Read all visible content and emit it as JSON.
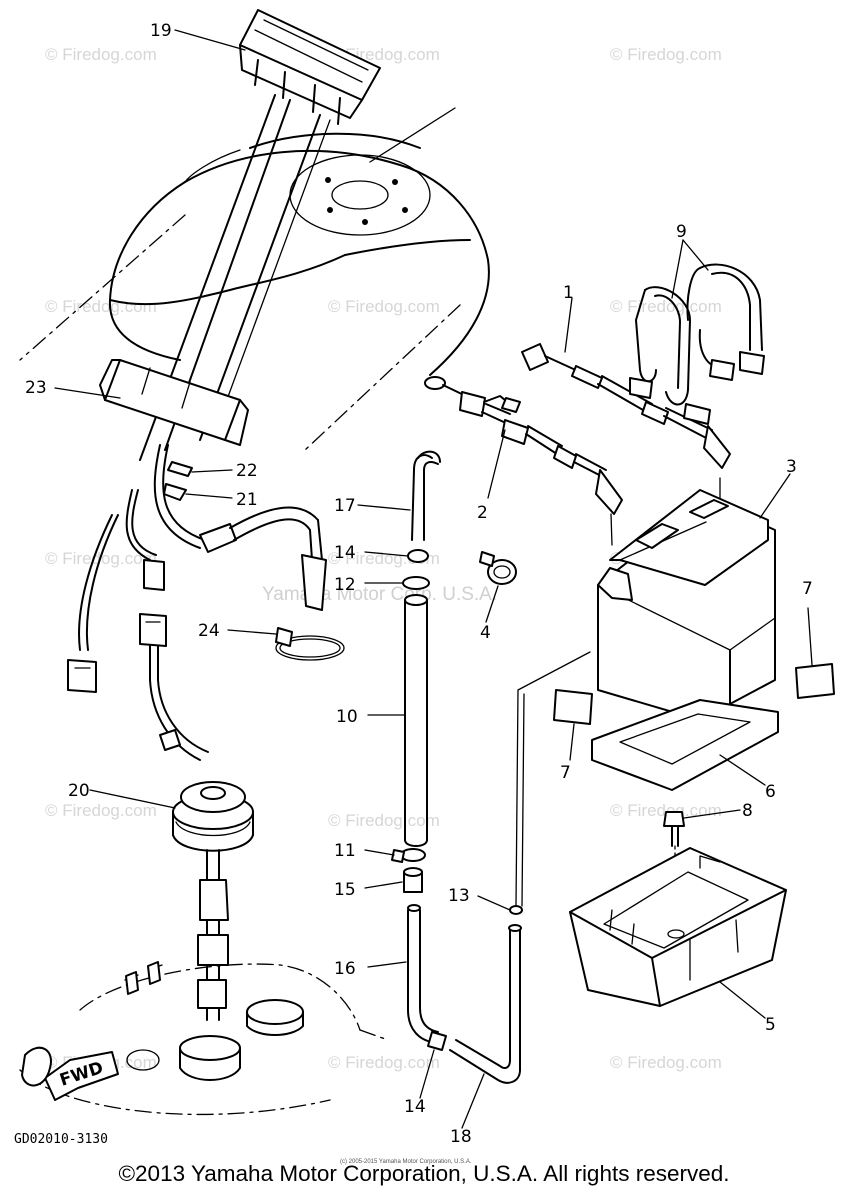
{
  "diagram": {
    "part_code": "GD02010-3130",
    "watermark_site": "© Firedog.com",
    "watermark_corp": "Yamaha Motor Corp. U.S.A.",
    "fine_print": "(c) 2005-2015 Yamaha Motor Corporation, U.S.A.",
    "fwd_label": "FWD",
    "callouts": [
      {
        "id": "19",
        "label": "19"
      },
      {
        "id": "9",
        "label": "9"
      },
      {
        "id": "1",
        "label": "1"
      },
      {
        "id": "23",
        "label": "23"
      },
      {
        "id": "22",
        "label": "22"
      },
      {
        "id": "21",
        "label": "21"
      },
      {
        "id": "17",
        "label": "17"
      },
      {
        "id": "2",
        "label": "2"
      },
      {
        "id": "3",
        "label": "3"
      },
      {
        "id": "14a",
        "label": "14"
      },
      {
        "id": "12",
        "label": "12"
      },
      {
        "id": "4",
        "label": "4"
      },
      {
        "id": "7a",
        "label": "7"
      },
      {
        "id": "24",
        "label": "24"
      },
      {
        "id": "10",
        "label": "10"
      },
      {
        "id": "7b",
        "label": "7"
      },
      {
        "id": "20",
        "label": "20"
      },
      {
        "id": "6",
        "label": "6"
      },
      {
        "id": "8",
        "label": "8"
      },
      {
        "id": "11",
        "label": "11"
      },
      {
        "id": "15",
        "label": "15"
      },
      {
        "id": "13",
        "label": "13"
      },
      {
        "id": "16",
        "label": "16"
      },
      {
        "id": "5",
        "label": "5"
      },
      {
        "id": "14b",
        "label": "14"
      },
      {
        "id": "18",
        "label": "18"
      }
    ]
  },
  "footer": {
    "copyright": "©2013 Yamaha Motor Corporation, U.S.A. All rights reserved."
  }
}
